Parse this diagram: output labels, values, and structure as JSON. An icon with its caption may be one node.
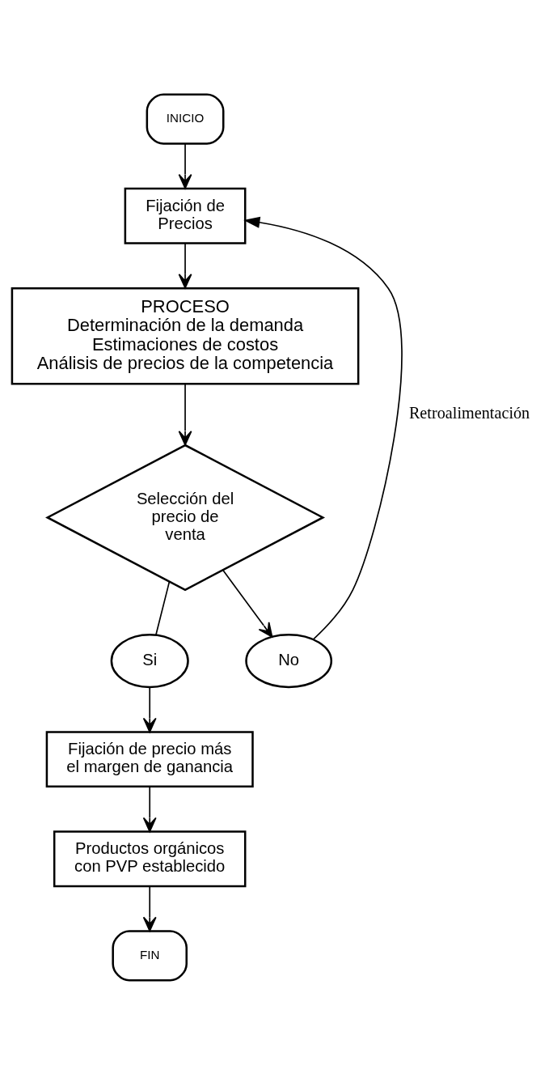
{
  "diagram": {
    "nodes": [
      {
        "text": [
          "INICIO"
        ]
      },
      {
        "text": [
          "Fijación de Precios"
        ]
      },
      {
        "text": [
          "PROCESO",
          "Determinación de la demanda",
          "Estimaciones de costos",
          "Análisis de precios de la competencia"
        ]
      },
      {
        "text": [
          "Selección del precio de venta"
        ]
      },
      {
        "text": [
          "Si"
        ]
      },
      {
        "text": [
          "No"
        ]
      },
      {
        "text": [
          "Fijación de precio más el margen de ganancia"
        ]
      },
      {
        "text": [
          "Productos orgánicos con PVP establecido"
        ]
      },
      {
        "text": [
          "FIN"
        ]
      }
    ],
    "edges": [
      {
        "from": 0,
        "to": 1,
        "arrow": "to"
      },
      {
        "from": 1,
        "to": 2,
        "arrow": "to"
      },
      {
        "from": 2,
        "to": 3,
        "arrow": "to"
      },
      {
        "from": 3,
        "to": 4,
        "arrow": "none"
      },
      {
        "from": 3,
        "to": 5,
        "arrow": "to"
      },
      {
        "from": 5,
        "to": 1,
        "arrow": "to",
        "label": "Retroalimentación"
      },
      {
        "from": 4,
        "to": 6,
        "arrow": "to"
      },
      {
        "from": 6,
        "to": 7,
        "arrow": "to"
      },
      {
        "from": 7,
        "to": 8,
        "arrow": "to"
      }
    ]
  }
}
